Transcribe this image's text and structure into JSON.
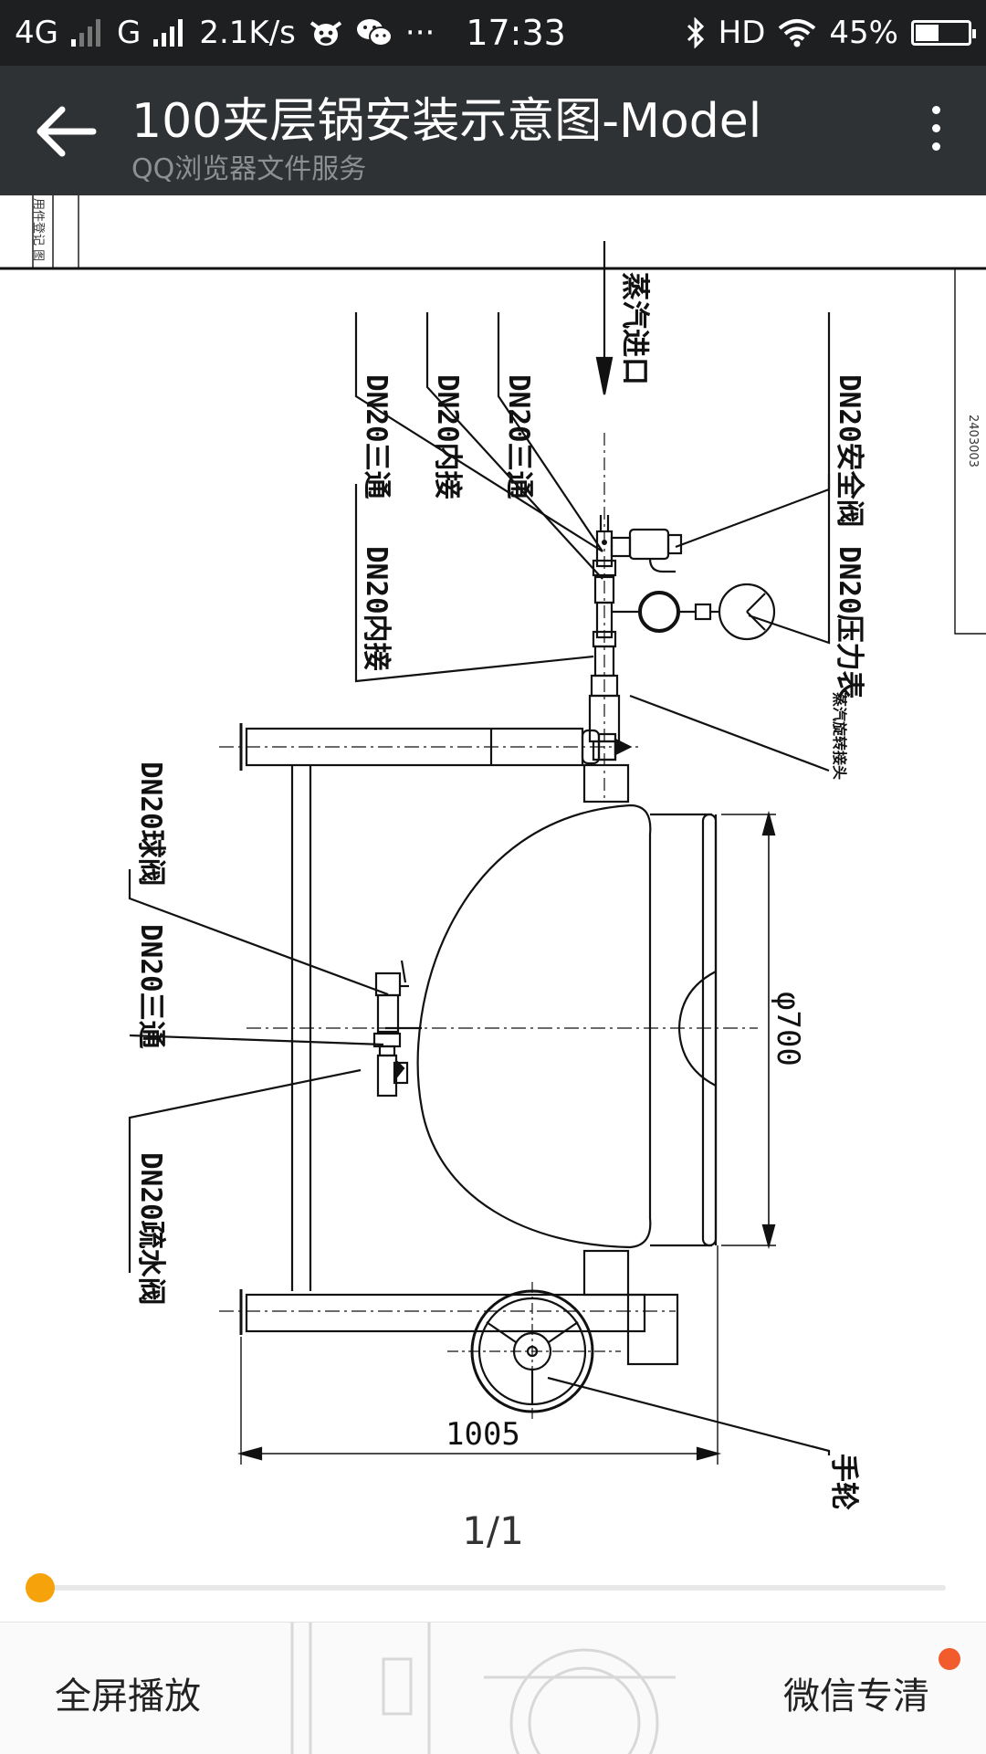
{
  "status_bar": {
    "network1": "4G",
    "network2": "G",
    "speed": "2.1K/s",
    "more": "···",
    "time": "17:33",
    "hd": "HD",
    "battery_text": "45%",
    "battery_level": 0.45
  },
  "app_bar": {
    "title": "100夹层锅安装示意图-Model",
    "subtitle": "QQ浏览器文件服务"
  },
  "drawing": {
    "steam_inlet": "蒸汽进口",
    "tee_top": "DN20三通",
    "union_top": "DN20内接",
    "tee_left": "DN20三通",
    "union_left": "DN20内接",
    "safety_valve": "DN20安全阀",
    "pressure_gauge": "DN20压力表",
    "rotary_joint": "蒸汽旋转接头",
    "ball_valve": "DN20球阀",
    "tee_bottom": "DN20三通",
    "drain_valve": "DN20疏水阀",
    "diameter": "φ700",
    "width": "1005",
    "handwheel": "手轮",
    "corner_stamp": "2403003",
    "title_block_note": "用件登记 图"
  },
  "viewer": {
    "page_indicator": "1/1",
    "progress": 0.0
  },
  "bottom_bar": {
    "fullscreen": "全屏播放",
    "wechat_hd": "微信专清"
  },
  "colors": {
    "status_bg": "#1d1f20",
    "appbar_bg": "#2f3234",
    "accent": "#f4a60c",
    "badge": "#f25b2b"
  }
}
